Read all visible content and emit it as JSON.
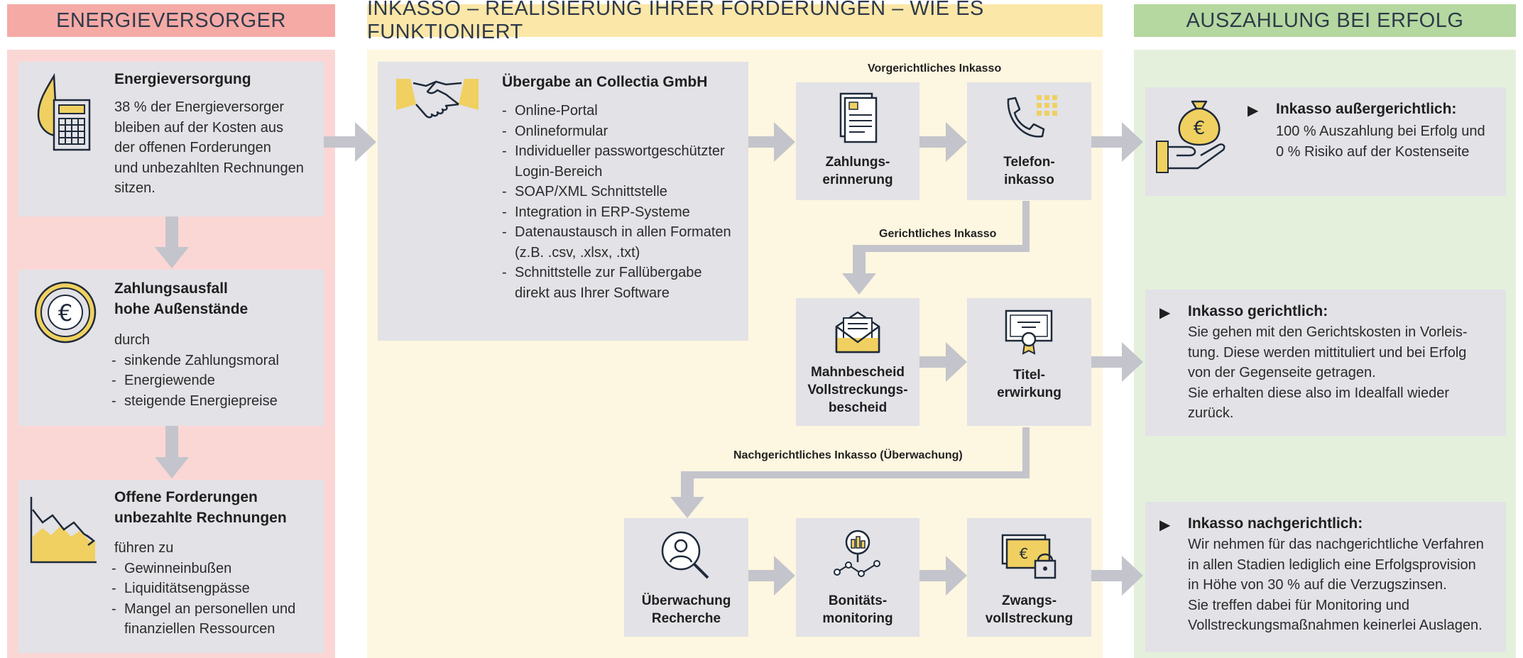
{
  "colors": {
    "red_bg": "#fad7d5",
    "red_head": "#f5aaa6",
    "yellow_bg": "#fdf6e0",
    "yellow_head": "#fbe7a8",
    "green_bg": "#e4f0dc",
    "green_head": "#b4d8a0",
    "card": "#e2e2e7",
    "arrow": "#c4c4cc",
    "accent": "#f0d060"
  },
  "headers": {
    "left": "ENERGIEVERSORGER",
    "middle": "INKASSO – REALISIERUNG IHRER FORDERUNGEN – WIE ES FUNKTIONIERT",
    "right": "AUSZAHLUNG BEI ERFOLG"
  },
  "left": {
    "card1": {
      "icon": "calculator-drop-icon",
      "title": "Energieversorgung",
      "lines": [
        "38 % der Energieversorger",
        "bleiben auf der Kosten aus",
        "der offenen Forderungen",
        "und unbezahlten Rechnungen",
        "sitzen."
      ]
    },
    "card2": {
      "icon": "euro-coin-icon",
      "title_lines": [
        "Zahlungsausfall",
        "hohe Außenstände"
      ],
      "intro": "durch",
      "items": [
        "sinkende Zahlungsmoral",
        "Energiewende",
        "steigende Energiepreise"
      ]
    },
    "card3": {
      "icon": "declining-chart-icon",
      "title_lines": [
        "Offene Forderungen",
        "unbezahlte Rechnungen"
      ],
      "intro": "führen zu",
      "items": [
        "Gewinneinbußen",
        "Liquiditätsengpässe",
        "Mangel an personellen und finanziellen Ressourcen"
      ]
    }
  },
  "middle": {
    "handover": {
      "icon": "handshake-icon",
      "title": "Übergabe an Collectia GmbH",
      "items": [
        "Online-Portal",
        "Onlineformular",
        "Individueller passwortgeschützter Login-Bereich",
        "SOAP/XML Schnittstelle",
        "Integration in ERP-Systeme",
        "Datenaustausch in allen Formaten (z.B. .csv, .xlsx, .txt)",
        "Schnittstelle zur Fallübergabe direkt aus Ihrer Software"
      ]
    },
    "stages": {
      "pre": "Vorgerichtliches Inkasso",
      "court": "Gerichtliches Inkasso",
      "post": "Nachgerichtliches Inkasso (Überwachung)"
    },
    "steps": {
      "reminder": "Zahlungs-\nerinnerung",
      "phone": "Telefon-\ninkasso",
      "dunning": "Mahnbescheid\nVollstreckungs-\nbescheid",
      "title": "Titel-\nerwirkung",
      "monitoring": "Überwachung\nRecherche",
      "credit": "Bonitäts-\nmonitoring",
      "enforcement": "Zwangs-\nvollstreckung"
    },
    "step_icons": {
      "reminder": "document-icon",
      "phone": "phone-icon",
      "dunning": "envelope-icon",
      "title": "certificate-icon",
      "monitoring": "person-search-icon",
      "credit": "analytics-icon",
      "enforcement": "lock-money-icon"
    }
  },
  "right": {
    "out1": {
      "icon": "moneybag-hand-icon",
      "title": "Inkasso außergerichtlich:",
      "lines": [
        "100 % Auszahlung bei Erfolg und",
        "0 % Risiko auf der Kostenseite"
      ]
    },
    "out2": {
      "title": "Inkasso gerichtlich:",
      "lines": [
        "Sie gehen mit den Gerichtskosten in Vorleis-",
        "tung. Diese werden mittituliert und bei Erfolg",
        "von der Gegenseite getragen.",
        "Sie erhalten diese also im Idealfall wieder",
        "zurück."
      ]
    },
    "out3": {
      "title": "Inkasso nachgerichtlich:",
      "lines": [
        "Wir nehmen für das nachgerichtliche Verfahren",
        "in allen Stadien lediglich eine Erfolgsprovision",
        "in Höhe von 30 % auf die Verzugszinsen.",
        "Sie treffen dabei für Monitoring und",
        "Vollstreckungsmaßnahmen keinerlei Auslagen."
      ]
    }
  }
}
